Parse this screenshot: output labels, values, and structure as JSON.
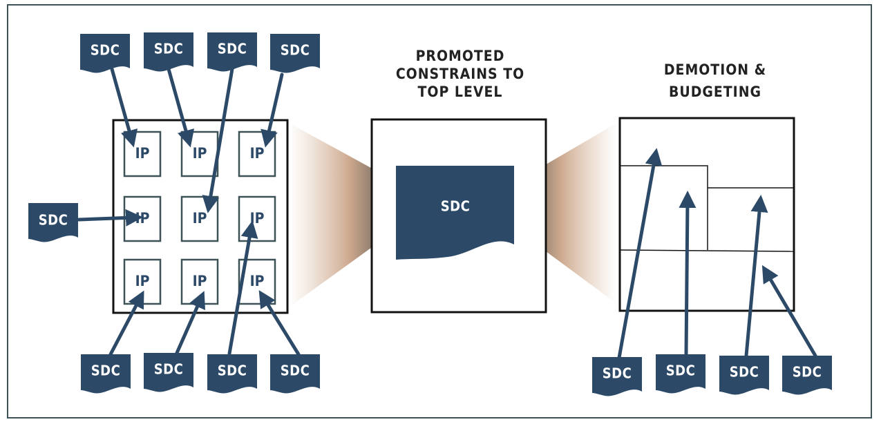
{
  "sdc_label": "SDC",
  "ip_label": "IP",
  "middle_title": [
    "PROMOTED",
    "CONSTRAINS TO",
    "TOP LEVEL"
  ],
  "right_title": [
    "DEMOTION &",
    "BUDGETING"
  ],
  "colors": {
    "navy": "#2c4a67",
    "ip_border": "#3d5257",
    "frame": "#3d5257",
    "beam": "#c49a7a"
  }
}
